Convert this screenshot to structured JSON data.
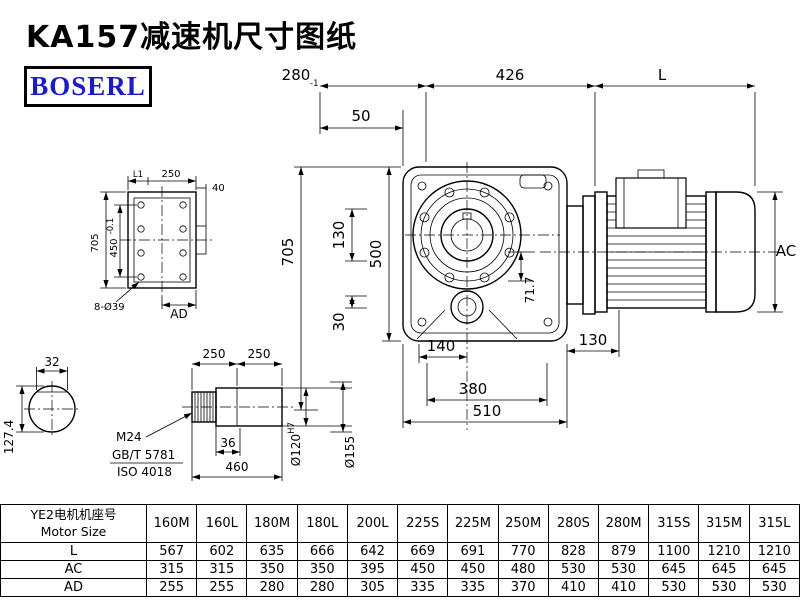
{
  "title": "KA157减速机尺寸图纸",
  "logo": {
    "text": "BOSERL",
    "color": "#1b1bc4"
  },
  "drawing": {
    "main_view": {
      "dim_280": "280",
      "dim_280_tol": "-1",
      "dim_426": "426",
      "dim_L": "L",
      "dim_50": "50",
      "dim_705": "705",
      "dim_130_left": "130",
      "dim_500": "500",
      "dim_30": "30",
      "dim_71_7": "71.7",
      "dim_140": "140",
      "dim_130_bottom": "130",
      "dim_380": "380",
      "dim_510": "510",
      "dim_AC": "AC"
    },
    "flange_view": {
      "dim_L1": "L1",
      "dim_250": "250",
      "dim_40": "40",
      "dim_705": "705",
      "dim_450": "450",
      "dim_450_tol": "-0.1",
      "dim_holes": "8-Ø39",
      "dim_AD": "AD"
    },
    "shaft_end_view": {
      "dim_32": "32",
      "dim_127_4": "127.4"
    },
    "shaft_view": {
      "dim_250_a": "250",
      "dim_250_b": "250",
      "thread": "M24",
      "std_gb": "GB/T 5781",
      "std_iso": "ISO 4018",
      "dim_36": "36",
      "dim_460": "460",
      "dim_d120": "Ø120",
      "dim_d120_fit": "H7",
      "dim_d155": "Ø155"
    }
  },
  "table": {
    "header_cn": "YE2电机机座号",
    "header_en": "Motor Size",
    "columns": [
      "160M",
      "160L",
      "180M",
      "180L",
      "200L",
      "225S",
      "225M",
      "250M",
      "280S",
      "280M",
      "315S",
      "315M",
      "315L"
    ],
    "rows": [
      {
        "label": "L",
        "values": [
          "567",
          "602",
          "635",
          "666",
          "642",
          "669",
          "691",
          "770",
          "828",
          "879",
          "1100",
          "1210",
          "1210"
        ]
      },
      {
        "label": "AC",
        "values": [
          "315",
          "315",
          "350",
          "350",
          "395",
          "450",
          "450",
          "480",
          "530",
          "530",
          "645",
          "645",
          "645"
        ]
      },
      {
        "label": "AD",
        "values": [
          "255",
          "255",
          "280",
          "280",
          "305",
          "335",
          "335",
          "370",
          "410",
          "410",
          "530",
          "530",
          "530"
        ]
      }
    ]
  }
}
